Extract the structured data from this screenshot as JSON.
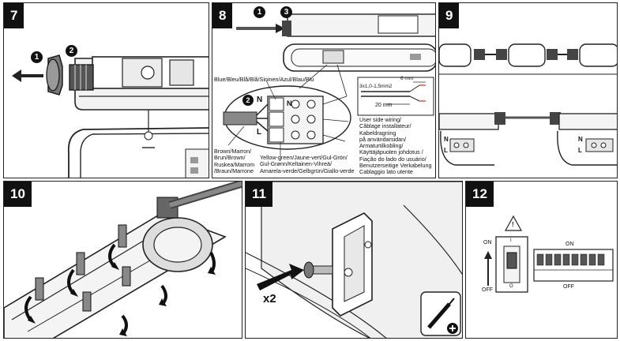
{
  "steps": {
    "s7": "7",
    "s8": "8",
    "s9": "9",
    "s10": "10",
    "s11": "11",
    "s12": "12"
  },
  "callouts": {
    "c1": "1",
    "c2": "2",
    "c3": "3"
  },
  "wiring": {
    "blue_label": "Blue/Bleu/Blå/Blå/Sininen/Azul/Blau/Blu",
    "brown_lines": [
      "Brown/Marron/",
      "Brun/Brown/",
      "Ruskea/Marrom",
      "/Braun/Marrone"
    ],
    "green_lines": [
      "Yellow-green/Jaune-vert/Gul-Grön/",
      "Gul-Grønn/Keltainen-Vihreä/",
      "Amarela-verde/Gelbgrün/Giallo-verde"
    ],
    "terminal_n": "N",
    "terminal_l": "L",
    "inner_n": "N",
    "strip_6": "6 mm",
    "strip_20": "20 mm",
    "cable_spec": "3x1,0-1,5mm2",
    "user_side_lines": [
      "User side wiring/",
      "Câblage installateur/",
      "Kabeldragning",
      "på användarsidan/",
      "Armaturtilkobling/",
      "Käyttäjäpuolen johdotus /",
      "Fiação do lado do usuário/",
      "Benutzerseitige Verkabelung",
      "Cablaggio lato utente"
    ]
  },
  "step9": {
    "n": "N",
    "l": "L"
  },
  "step11": {
    "count": "x2"
  },
  "step12": {
    "on_left": "ON",
    "off_left": "OFF",
    "on_right": "ON",
    "off_right": "OFF",
    "switch_mark_top": "I",
    "switch_mark_bottom": "O",
    "warning": "!"
  }
}
